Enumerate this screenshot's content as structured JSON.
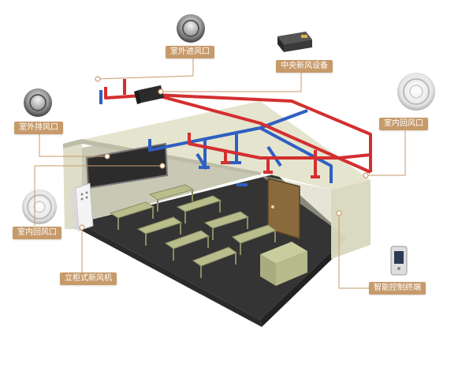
{
  "labels": {
    "outdoor_intake": "室外进风口",
    "central_unit": "中央新风设备",
    "outdoor_exhaust": "室外排风口",
    "indoor_return_right": "室内回风口",
    "indoor_return_left": "室内回风口",
    "floor_unit": "立柜式新风机",
    "smart_terminal": "智能控制终端"
  },
  "colors": {
    "label_bg": "#c79a6a",
    "supply_duct": "#d32f2f",
    "return_duct": "#2f5fc2",
    "floor": "#343434",
    "wall": "#dcdcc4",
    "furniture": "#b9bd8c"
  },
  "icons": [
    "vent-grille-icon",
    "air-handler-icon",
    "cabinet-unit-icon",
    "smart-panel-icon"
  ]
}
